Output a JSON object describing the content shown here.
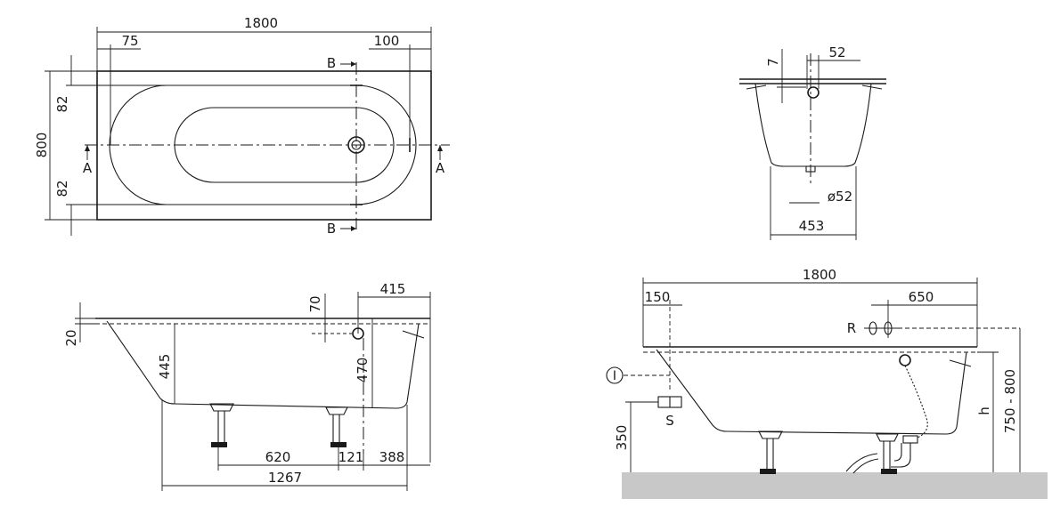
{
  "colors": {
    "line": "#1a1a1a",
    "tub_fill": "#ebebeb",
    "floor": "#c8c8c8",
    "feet": "#1a1a1a"
  },
  "top_view": {
    "length": "1800",
    "width": "800",
    "left_offset": "75",
    "right_offset": "100",
    "rim_top": "82",
    "rim_bottom": "82",
    "section_b_top": "B",
    "section_b_bottom": "B",
    "section_a_left": "A",
    "section_a_right": "A"
  },
  "cross_section": {
    "waste_offset": "7",
    "overflow_width": "52",
    "waste_diameter": "ø52",
    "base_width": "453"
  },
  "side_section": {
    "right_overall": "415",
    "overflow_drop": "70",
    "rim": "20",
    "depth_inner": "445",
    "depth_total": "470",
    "feet_spacing": "620",
    "foot_to_waste": "121",
    "waste_to_end": "388",
    "base_length": "1267"
  },
  "install_view": {
    "length": "1800",
    "left_offset": "150",
    "tap_offset": "650",
    "tap_label": "R",
    "supply_label": "S",
    "info_label": "I",
    "floor_height": "350",
    "height_label": "h",
    "height_range": "750 - 800"
  }
}
